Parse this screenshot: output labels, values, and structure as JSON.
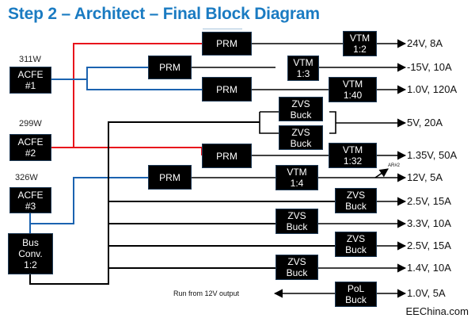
{
  "title": "Step 2 – Architect – Final Block Diagram",
  "inputs": [
    {
      "power": "311W",
      "label1": "ACFE",
      "label2": "#1"
    },
    {
      "power": "299W",
      "label1": "ACFE",
      "label2": "#2"
    },
    {
      "power": "326W",
      "label1": "ACFE",
      "label2": "#3"
    }
  ],
  "bus_converter": {
    "l1": "Bus",
    "l2": "Conv.",
    "l3": "1:2"
  },
  "prm_label": "PRM",
  "blocks": {
    "vtm_1_2": [
      "VTM",
      "1:2"
    ],
    "vtm_1_3": [
      "VTM",
      "1:3"
    ],
    "vtm_1_40": [
      "VTM",
      "1:40"
    ],
    "vtm_1_32": [
      "VTM",
      "1:32"
    ],
    "vtm_1_4": [
      "VTM",
      "1:4"
    ],
    "zvs_buck": [
      "ZVS",
      "Buck"
    ],
    "pol_buck": [
      "PoL",
      "Buck"
    ]
  },
  "outputs": [
    "24V, 8A",
    "-15V, 10A",
    "1.0V, 120A",
    "5V, 20A",
    "1.35V, 50A",
    "12V, 5A",
    "2.5V, 15A",
    "3.3V, 10A",
    "2.5V, 15A",
    "1.4V, 10A",
    "1.0V, 5A"
  ],
  "annotation_ar": "AR#2",
  "run_note": "Run from 12V output",
  "watermark": "EEChina.com",
  "colors": {
    "title": "#1a7bc2",
    "red_bus": "#e8141c",
    "blue_bus": "#1b63b0",
    "block": "#000000"
  }
}
